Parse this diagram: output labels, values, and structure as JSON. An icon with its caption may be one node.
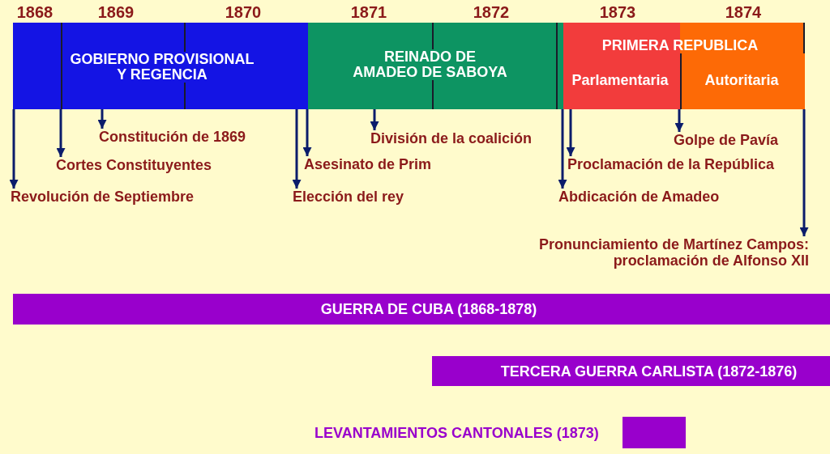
{
  "diagram": {
    "nodes": [
      {
        "text": [
          "GOBIERNO PROVISIONAL Y REGENCIA"
        ]
      },
      {
        "text": [
          "REINADO DE AMADEO DE SABOYA"
        ]
      },
      {
        "text": [
          "PRIMERA REPUBLICA"
        ]
      },
      {
        "text": [
          "Parlamentaria"
        ],
        "in": 2
      },
      {
        "text": [
          "Autoritaria"
        ],
        "in": 2
      },
      {
        "text": [
          "Constitución de 1869"
        ]
      },
      {
        "text": [
          "División de la coalición"
        ]
      },
      {
        "text": [
          "Golpe de Pavía"
        ]
      },
      {
        "text": [
          "Cortes Constituyentes"
        ]
      },
      {
        "text": [
          "Asesinato de Prim"
        ]
      },
      {
        "text": [
          "Proclamación de la República"
        ]
      },
      {
        "text": [
          "Revolución de Septiembre"
        ]
      },
      {
        "text": [
          "Elección del rey"
        ]
      },
      {
        "text": [
          "Abdicación de Amadeo"
        ]
      },
      {
        "text": [
          "Pronunciamiento de Martínez Campos: proclamación de Alfonso XII"
        ]
      },
      {
        "text": [
          "GUERRA DE CUBA (1868-1878)"
        ]
      },
      {
        "text": [
          "TERCERA GUERRA CARLISTA (1872-1876)"
        ]
      },
      {
        "text": [],
        "shape": "bar",
        "beside": [
          "LEVANTAMIENTOS CANTONALES (1873)"
        ]
      }
    ],
    "edges": [
      {
        "from": 0,
        "to": 11,
        "arrow": "to"
      },
      {
        "from": 0,
        "to": 8,
        "arrow": "to"
      },
      {
        "from": 0,
        "to": 5,
        "arrow": "to"
      },
      {
        "from": 0,
        "to": 12,
        "arrow": "to"
      },
      {
        "from": 0,
        "to": 9,
        "arrow": "to"
      },
      {
        "from": 1,
        "to": 6,
        "arrow": "to"
      },
      {
        "from": 1,
        "to": 13,
        "arrow": "to"
      },
      {
        "from": 3,
        "to": 10,
        "arrow": "to"
      },
      {
        "from": 3,
        "to": 7,
        "arrow": "to"
      },
      {
        "from": 4,
        "to": 14,
        "arrow": "to"
      }
    ],
    "labels": [
      "1868",
      "1869",
      "1870",
      "1871",
      "1872",
      "1873",
      "1874"
    ]
  }
}
